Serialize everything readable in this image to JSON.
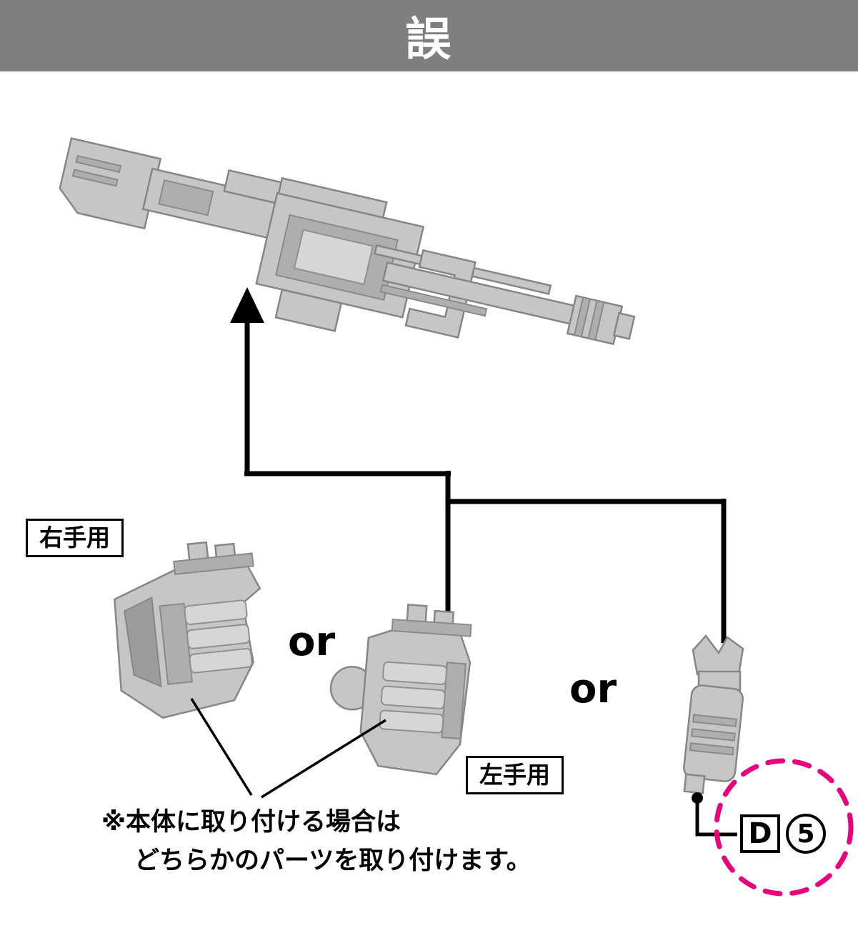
{
  "header": {
    "title": "誤"
  },
  "labels": {
    "right_hand": "右手用",
    "left_hand": "左手用",
    "or_1": "or",
    "or_2": "or"
  },
  "part_code": {
    "letter": "D",
    "number": "5"
  },
  "note": {
    "line1": "※本体に取り付ける場合は",
    "line2": "どちらかのパーツを取り付けます。"
  },
  "illustrations": {
    "weapon": "rifle-part",
    "option1": "right-hand-fist-part",
    "option2": "left-hand-fist-part",
    "option3": "grip-part"
  },
  "colors": {
    "header_bg": "#7f7f7f",
    "accent_pink": "#e8007d",
    "line_black": "#000000",
    "part_gray": "#c6c6c6"
  }
}
